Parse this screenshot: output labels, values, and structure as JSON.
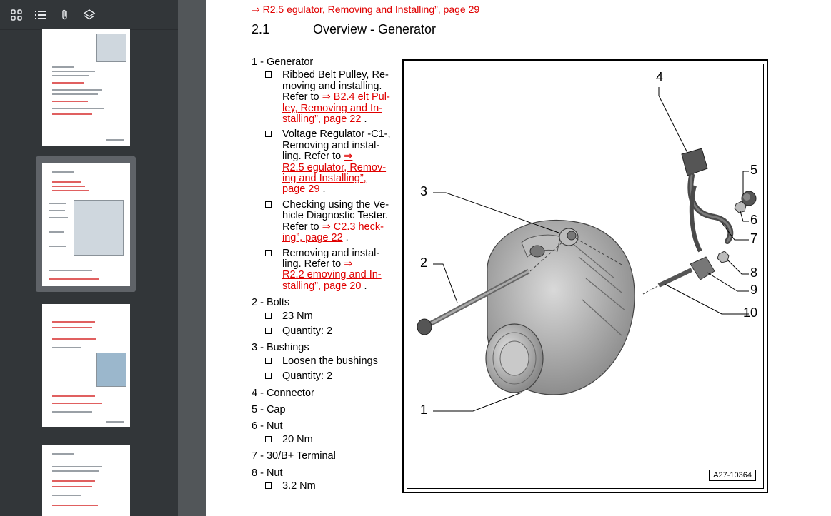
{
  "toolbar": {
    "icons": [
      "thumbnails-icon",
      "outline-icon",
      "attachments-icon",
      "layers-icon"
    ]
  },
  "document": {
    "top_link": "⇒ R2.5 egulator, Removing and Installing”, page 29",
    "section_number": "2.1",
    "section_title": "Overview - Generator",
    "items": [
      {
        "title": "1 - Generator",
        "subs": [
          {
            "lines": [
              "Ribbed Belt Pulley, Re-",
              "moving and installing.",
              "Refer to "
            ],
            "link": [
              "⇒ B2.4 elt Pul-",
              "ley, Removing and In-",
              "stalling”, page 22"
            ],
            "tail": " ."
          },
          {
            "lines": [
              "Voltage Regulator -C1-,",
              "Removing and instal-",
              "ling. Refer to "
            ],
            "link": [
              "⇒",
              "R2.5 egulator, Remov-",
              "ing and Installing”,",
              "page 29"
            ],
            "tail": " ."
          },
          {
            "lines": [
              "Checking using the Ve-",
              "hicle Diagnostic Tester.",
              "Refer to "
            ],
            "link": [
              "⇒ C2.3 heck-",
              "ing”, page 22"
            ],
            "tail": " ."
          },
          {
            "lines": [
              "Removing and instal-",
              "ling. Refer to "
            ],
            "link": [
              "⇒",
              "R2.2 emoving and In-",
              "stalling”, page 20"
            ],
            "tail": " ."
          }
        ]
      },
      {
        "title": "2 - Bolts",
        "subs": [
          {
            "lines": [
              "23 Nm"
            ]
          },
          {
            "lines": [
              "Quantity: 2"
            ]
          }
        ]
      },
      {
        "title": "3 - Bushings",
        "subs": [
          {
            "lines": [
              "Loosen the bushings"
            ]
          },
          {
            "lines": [
              "Quantity: 2"
            ]
          }
        ]
      },
      {
        "title": "4 - Connector",
        "subs": []
      },
      {
        "title": "5 - Cap",
        "subs": []
      },
      {
        "title": "6 - Nut",
        "subs": [
          {
            "lines": [
              "20 Nm"
            ]
          }
        ]
      },
      {
        "title": "7 - 30/B+ Terminal",
        "subs": []
      },
      {
        "title": "8 - Nut",
        "subs": [
          {
            "lines": [
              "3.2 Nm"
            ]
          }
        ]
      }
    ],
    "figure_id": "A27-10364",
    "callouts": [
      "1",
      "2",
      "3",
      "4",
      "5",
      "6",
      "7",
      "8",
      "9",
      "10"
    ]
  },
  "colors": {
    "link": "#e00000",
    "sidebar": "#323639",
    "viewer_bg": "#525659"
  }
}
